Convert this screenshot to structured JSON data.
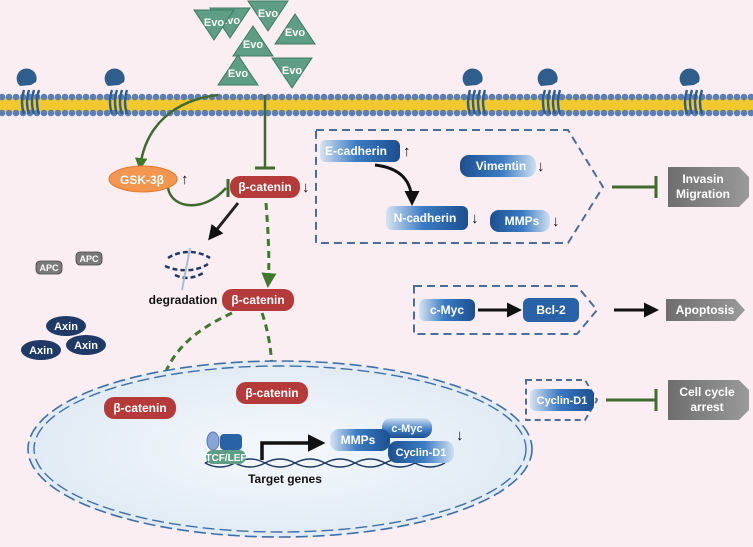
{
  "evo": {
    "label": "Evo",
    "count": 7
  },
  "colors": {
    "background": "#fbeef3",
    "membrane_head": "#5b7fb5",
    "membrane_tail": "#f0c419",
    "receptor": "#2f5e8c",
    "evo_fill": "#5e9e86",
    "beta_catenin": "#b53b3b",
    "gsk": "#f29650",
    "blue_pill": "#2a62a8",
    "inhibit": "#3f6b2e",
    "gray_box": "#808080",
    "axin": "#1f3a66"
  },
  "inhibitors": {
    "gsk3b": "GSK-3β",
    "gsk3b_trend": "↑"
  },
  "cytoplasm": {
    "beta_catenin_label": "β-catenin",
    "beta_catenin_trend": "↓",
    "degradation": "degradation",
    "apc": [
      "APC",
      "APC"
    ],
    "axin": [
      "Axin",
      "Axin",
      "Axin"
    ]
  },
  "emt_box": {
    "e_cadherin": "E-cadherin",
    "e_cadherin_trend": "↑",
    "vimentin": "Vimentin",
    "vimentin_trend": "↓",
    "n_cadherin": "N-cadherin",
    "n_cadherin_trend": "↓",
    "mmps": "MMPs",
    "mmps_trend": "↓"
  },
  "outcomes": {
    "invasion": [
      "Invasin",
      "Migration"
    ],
    "apoptosis": "Apoptosis",
    "cell_cycle": [
      "Cell cycle",
      "arrest"
    ]
  },
  "apoptosis_box": {
    "cmyc": "c-Myc",
    "bcl2": "Bcl-2"
  },
  "cyclin_box": {
    "cyclin_d1": "Cyclin-D1"
  },
  "nucleus": {
    "beta_catenin_label": "β-catenin",
    "tcf_lef": "TCF/LEF",
    "target_genes": "Target genes",
    "mmps": "MMPs",
    "cmyc": "c-Myc",
    "cyclin_d1": "Cyclin-D1",
    "trend": "↓"
  }
}
